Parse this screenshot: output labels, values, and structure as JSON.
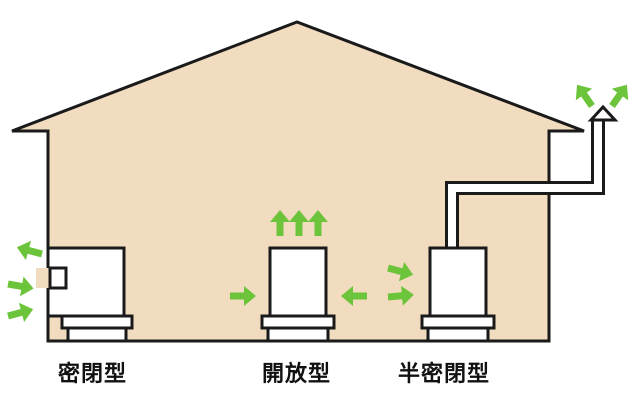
{
  "labels": {
    "sealed": "密閉型",
    "open": "開放型",
    "semi_sealed": "半密閉型"
  },
  "colors": {
    "house_fill": "#f2dcc0",
    "outline": "#1a1a1a",
    "arrow": "#6cc43a",
    "unit_fill": "#ffffff"
  },
  "icons": {
    "airflow": "arrow-icon"
  }
}
